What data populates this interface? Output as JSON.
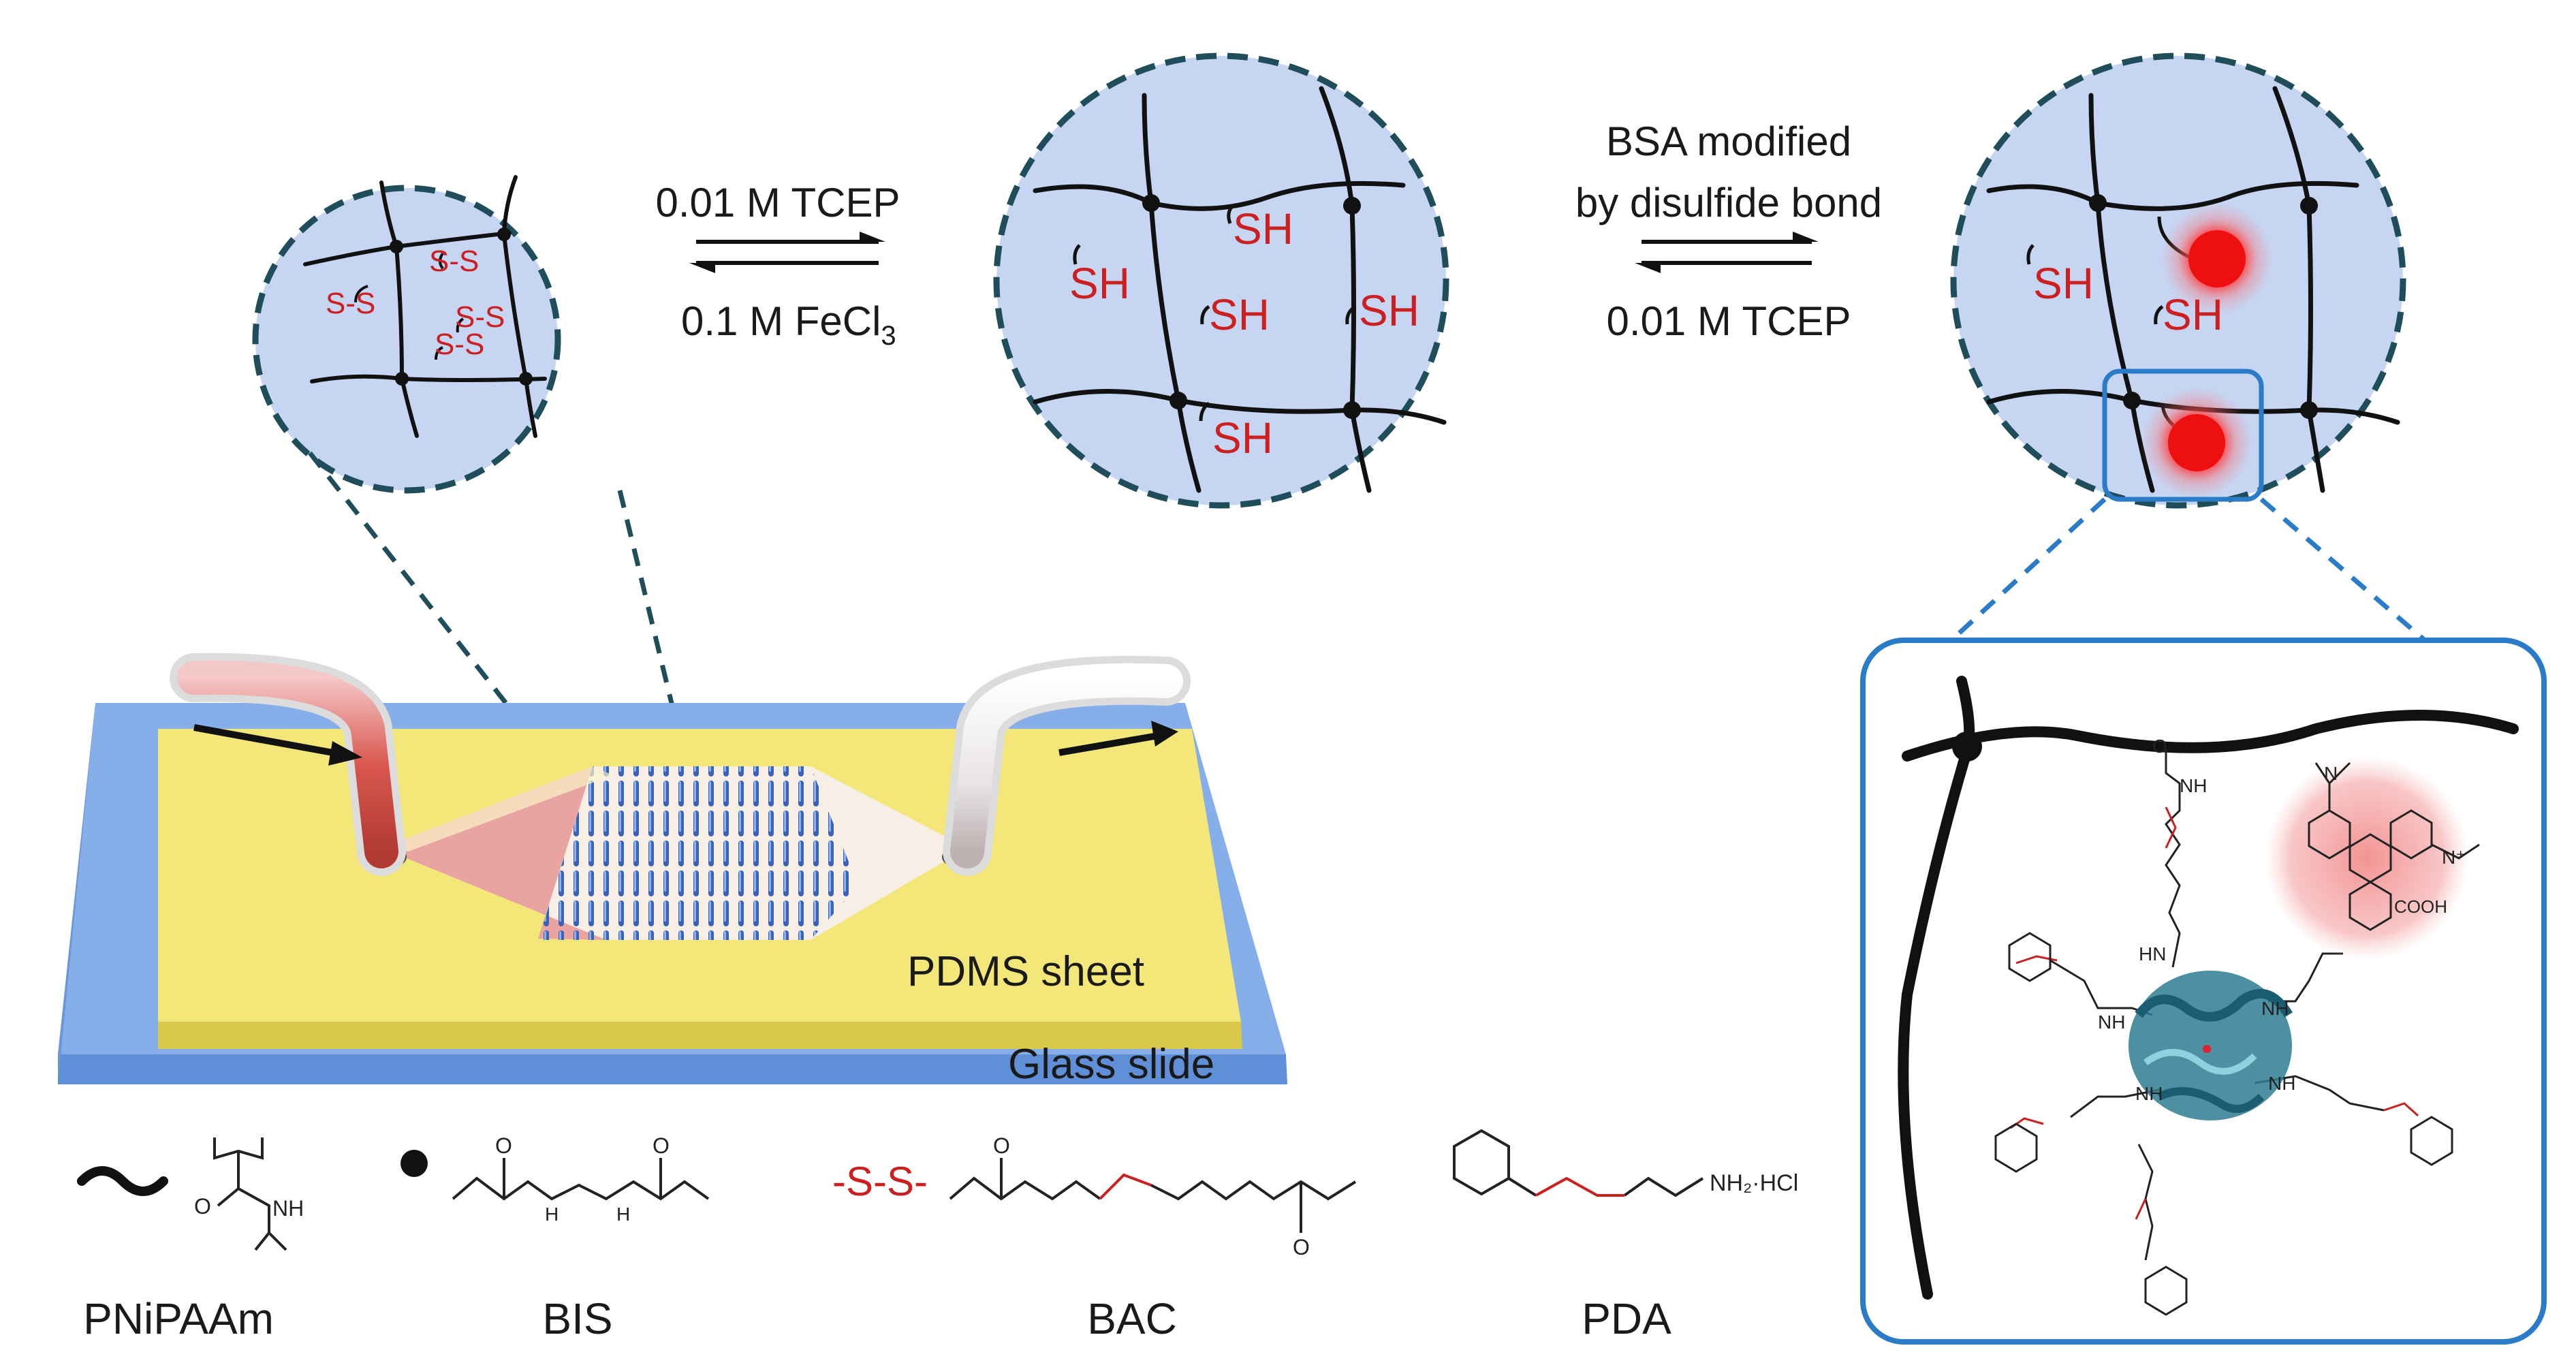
{
  "reactions": {
    "step1_forward": "0.01 M TCEP",
    "step1_reverse_prefix": "0.1 M FeCl",
    "step1_reverse_sub": "3",
    "step2_forward_line1": "BSA modified",
    "step2_forward_line2": "by disulfide bond",
    "step2_reverse": "0.01 M TCEP"
  },
  "network_labels": {
    "disulfide": "S-S",
    "thiol": "SH"
  },
  "device": {
    "pdms_label": "PDMS sheet",
    "glass_label": "Glass slide"
  },
  "legend": {
    "pnipaam": "PNiPAAm",
    "bis": "BIS",
    "bac": "BAC",
    "pda": "PDA",
    "ss_symbol": "-S-S-"
  },
  "chem_text": {
    "nh": "NH",
    "hn": "HN",
    "o": "O",
    "n": "N",
    "h": "H",
    "s": "S",
    "cooh": "COOH",
    "nh2hcl": "NH₂·HCl",
    "nplus": "N⁺"
  },
  "colors": {
    "circle_fill": "#c6d5f2",
    "circle_border": "#1f4e5a",
    "accent_red": "#cc1f1f",
    "pdms_yellow": "#f3e77a",
    "glass_blue": "#7ea9e6",
    "zoom_box": "#2a7bc8"
  }
}
